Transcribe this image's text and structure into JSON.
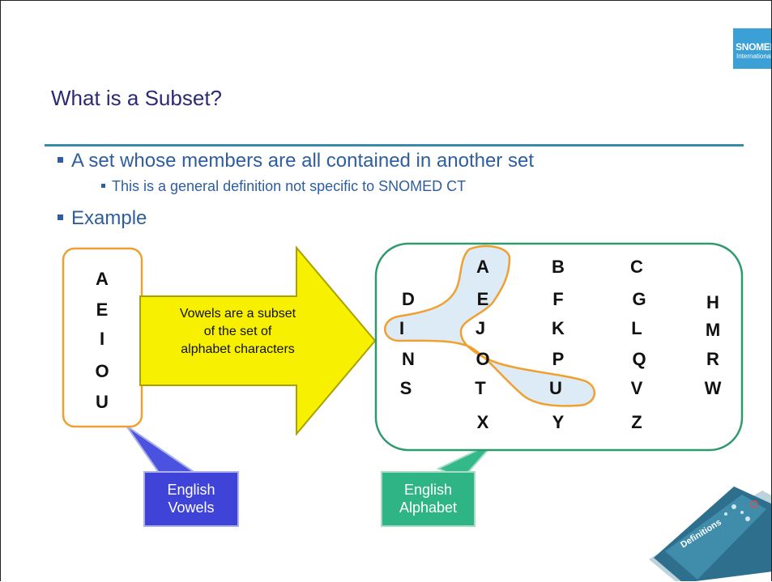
{
  "logo": {
    "line1": "SNOMED",
    "line2": "International"
  },
  "title": "What is a Subset?",
  "bullets": {
    "b1": "A set whose members are all contained in another set",
    "b1_sub": "This is a general definition not specific to SNOMED CT",
    "b2": "Example"
  },
  "vowels": {
    "a": "A",
    "e": "E",
    "i": "I",
    "o": "O",
    "u": "U"
  },
  "arrow_text": {
    "line1": "Vowels are a subset",
    "line2": "of the set of",
    "line3": "alphabet characters"
  },
  "alphabet": {
    "A": "A",
    "B": "B",
    "C": "C",
    "D": "D",
    "E": "E",
    "F": "F",
    "G": "G",
    "H": "H",
    "I": "I",
    "J": "J",
    "K": "K",
    "L": "L",
    "M": "M",
    "N": "N",
    "O": "O",
    "P": "P",
    "Q": "Q",
    "R": "R",
    "S": "S",
    "T": "T",
    "U": "U",
    "V": "V",
    "W": "W",
    "X": "X",
    "Y": "Y",
    "Z": "Z"
  },
  "callouts": {
    "vowels_line1": "English",
    "vowels_line2": "Vowels",
    "alphabet_line1": "English",
    "alphabet_line2": "Alphabet"
  },
  "book_image": {
    "title": "Definitions"
  },
  "colors": {
    "title": "#2b2b73",
    "bullet": "#2e5e9e",
    "rule": "#3a8aa9",
    "vowel_box_border": "#f0a030",
    "alphabet_box_border": "#2f9a6e",
    "arrow_fill": "#f7f000",
    "vowels_callout": "#3b3fd9",
    "alphabet_callout": "#2fb485",
    "highlight": "#dcebf5",
    "logo": "#3aa0d6"
  }
}
